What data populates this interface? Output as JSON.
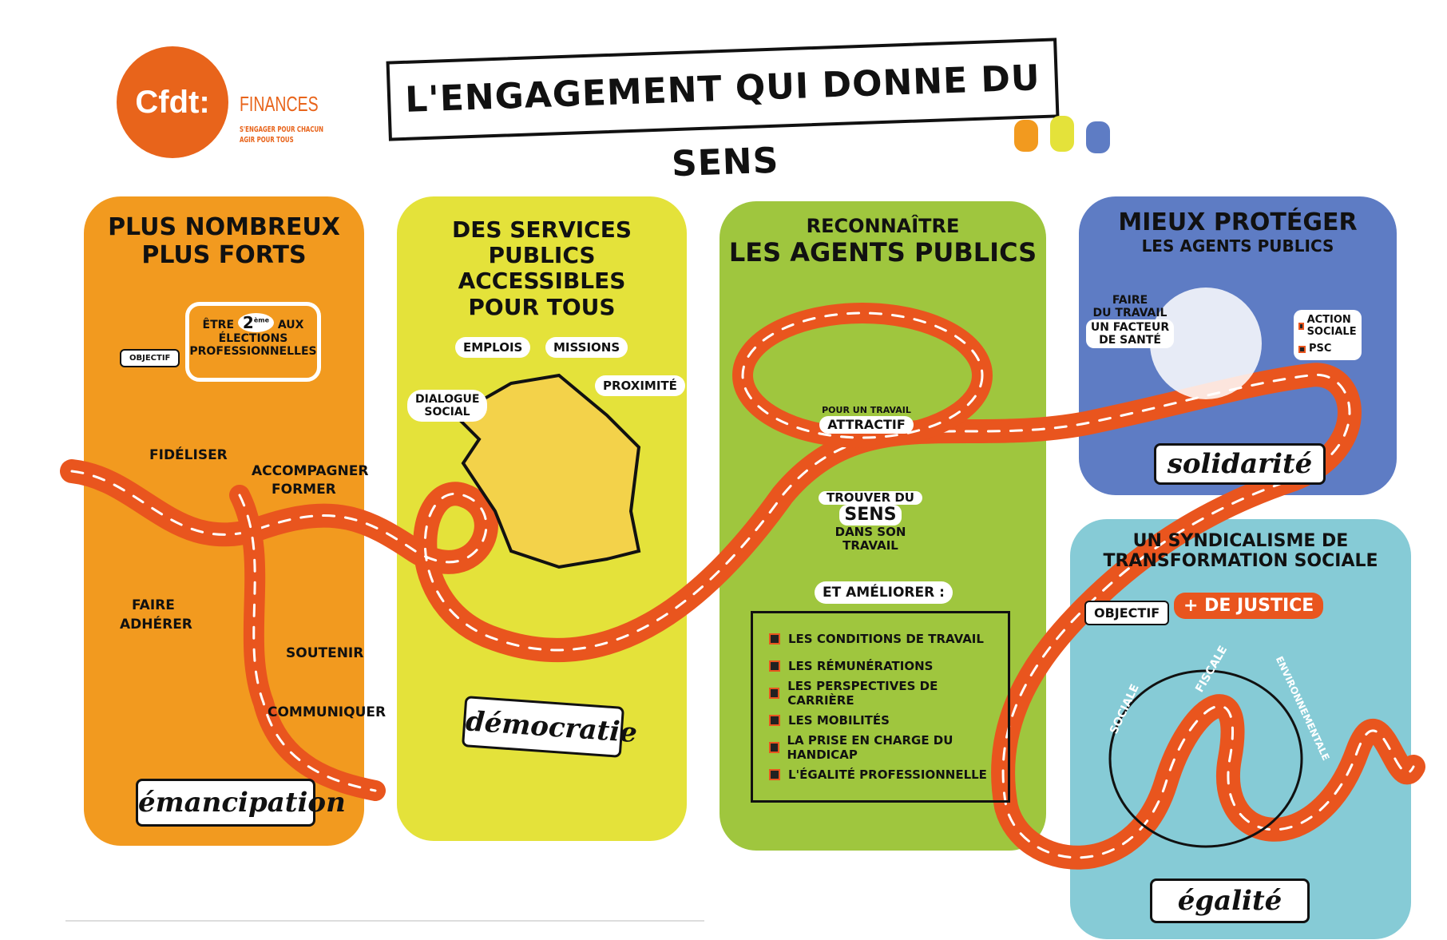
{
  "logo": {
    "brand": "Cfdt:",
    "org": "FINANCES",
    "tagline1": "S'ENGAGER POUR CHACUN",
    "tagline2": "AGIR POUR TOUS"
  },
  "title": "L'ENGAGEMENT QUI DONNE DU SENS",
  "colors": {
    "orange": "#f29a1f",
    "yellow": "#e4e23a",
    "green": "#9fc63e",
    "blue": "#5e7cc4",
    "teal": "#86cbd6",
    "road": "#e9551e",
    "logo": "#e8641b"
  },
  "panel1": {
    "title1": "PLUS NOMBREUX",
    "title2": "PLUS FORTS",
    "objectif": "OBJECTIF",
    "goal_pre": "ÊTRE",
    "goal_rank": "2",
    "goal_sup": "ème",
    "goal_post": "AUX",
    "goal_line2": "ÉLECTIONS",
    "goal_line3": "PROFESSIONNELLES",
    "steps": [
      "FIDÉLISER",
      "ACCOMPAGNER",
      "FORMER",
      "FAIRE",
      "ADHÉRER",
      "SOUTENIR",
      "COMMUNIQUER"
    ],
    "banner": "émancipation"
  },
  "panel2": {
    "title1": "DES SERVICES PUBLICS",
    "title2": "ACCESSIBLES",
    "title3": "POUR TOUS",
    "bubbles": [
      "EMPLOIS",
      "MISSIONS",
      "PROXIMITÉ",
      "DIALOGUE SOCIAL"
    ],
    "banner": "démocratie"
  },
  "panel3": {
    "title1": "RECONNAÎTRE",
    "title2": "LES AGENTS PUBLICS",
    "travail1": "POUR UN TRAVAIL",
    "travail2": "ATTRACTIF",
    "sens1": "TROUVER DU",
    "sens2": "SENS",
    "sens3": "DANS SON",
    "sens4": "TRAVAIL",
    "ameliorer": "ET AMÉLIORER :",
    "items": [
      "LES CONDITIONS DE TRAVAIL",
      "LES RÉMUNÉRATIONS",
      "LES PERSPECTIVES DE CARRIÈRE",
      "LES MOBILITÉS",
      "LA PRISE EN CHARGE DU HANDICAP",
      "L'ÉGALITÉ PROFESSIONNELLE"
    ]
  },
  "panel4": {
    "title1": "MIEUX PROTÉGER",
    "title2": "LES AGENTS PUBLICS",
    "faire1": "FAIRE",
    "faire2": "DU TRAVAIL",
    "sante1": "UN FACTEUR",
    "sante2": "DE SANTÉ",
    "checks": [
      "ACTION SOCIALE",
      "PSC"
    ],
    "banner": "solidarité"
  },
  "panel5": {
    "title1": "UN SYNDICALISME DE",
    "title2": "TRANSFORMATION SOCIALE",
    "objectif": "OBJECTIF",
    "plus": "+",
    "justice": "DE JUSTICE",
    "loops": [
      "SOCIALE",
      "FISCALE",
      "ENVIRONNEMENTALE"
    ],
    "banner": "égalité"
  }
}
